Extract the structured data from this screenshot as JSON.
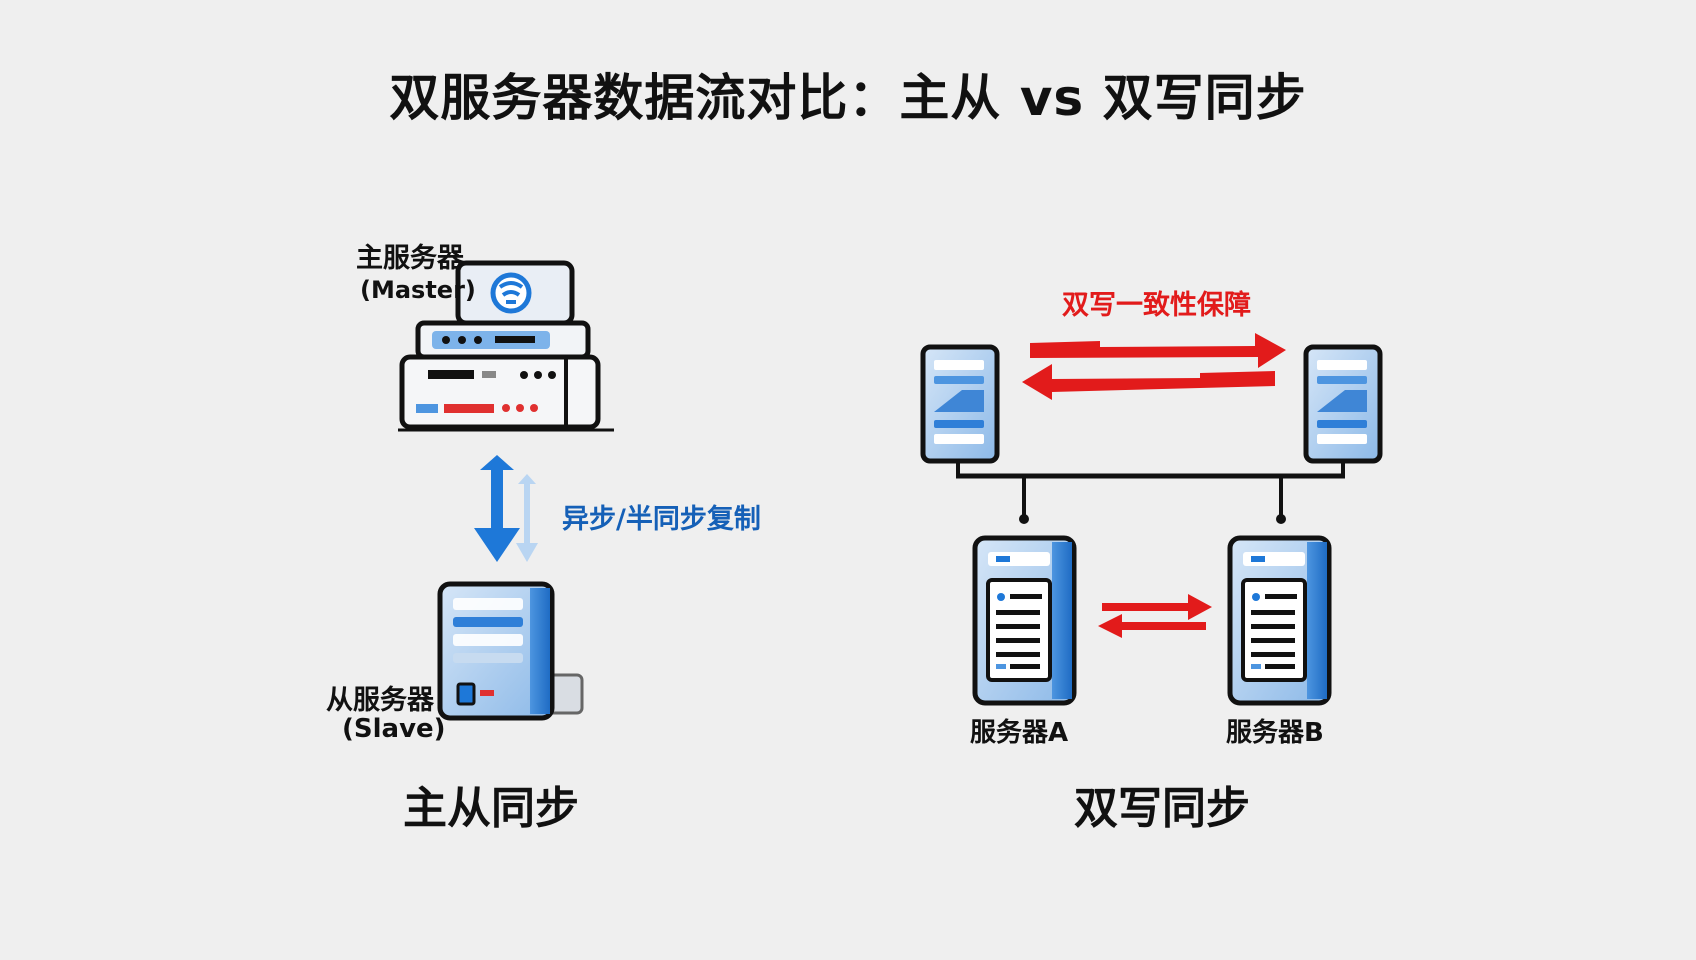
{
  "title": "双服务器数据流对比：主从 vs 双写同步",
  "colors": {
    "background": "#efefef",
    "blue_arrow": "#1e78d8",
    "blue_label": "#1560b7",
    "red_arrow": "#e21b1b",
    "server_body": "#dfe8f3",
    "server_accent": "#2f7fd8"
  },
  "master_slave": {
    "master_label": "主服务器",
    "master_sub": "(Master)",
    "replication_label": "异步/半同步复制",
    "slave_label": "从服务器",
    "slave_sub": "(Slave)",
    "caption": "主从同步",
    "icons": [
      "master-server-icon",
      "wifi-logo-icon",
      "replication-arrow-icon",
      "slave-server-icon"
    ]
  },
  "dual_write": {
    "consistency_label": "双写一致性保障",
    "server_a_label": "服务器A",
    "server_b_label": "服务器B",
    "caption": "双写同步",
    "icons": [
      "left-top-server-icon",
      "right-top-server-icon",
      "server-a-icon",
      "server-b-icon",
      "red-sync-arrows-icon"
    ]
  }
}
